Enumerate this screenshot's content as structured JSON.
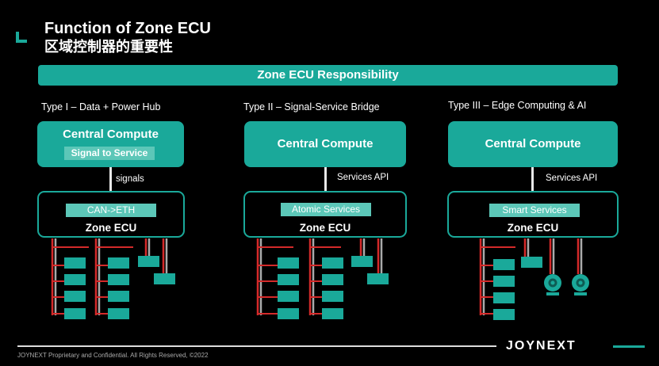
{
  "header": {
    "title_en": "Function of Zone ECU",
    "title_cn": "区域控制器的重要性"
  },
  "banner": {
    "label": "Zone ECU Responsibility"
  },
  "types": [
    {
      "label": "Type I – Data + Power Hub",
      "central": "Central Compute",
      "central_badge": "Signal to Service",
      "link_label": "signals",
      "zone_badge": "CAN->ETH",
      "zone": "Zone ECU"
    },
    {
      "label": "Type II – Signal-Service Bridge",
      "central": "Central Compute",
      "link_label": "Services API",
      "zone_badge": "Atomic Services",
      "zone": "Zone ECU"
    },
    {
      "label": "Type III – Edge Computing & AI",
      "central": "Central Compute",
      "link_label": "Services API",
      "zone_badge": "Smart Services",
      "zone": "Zone ECU"
    }
  ],
  "footer": {
    "text": "JOYNEXT Proprietary and Confidential. All Rights Reserved, ©2022",
    "logo": "JOYNEXT"
  },
  "colors": {
    "accent": "#1aa99a",
    "background": "#000000",
    "wire_red": "#d42a2a"
  }
}
